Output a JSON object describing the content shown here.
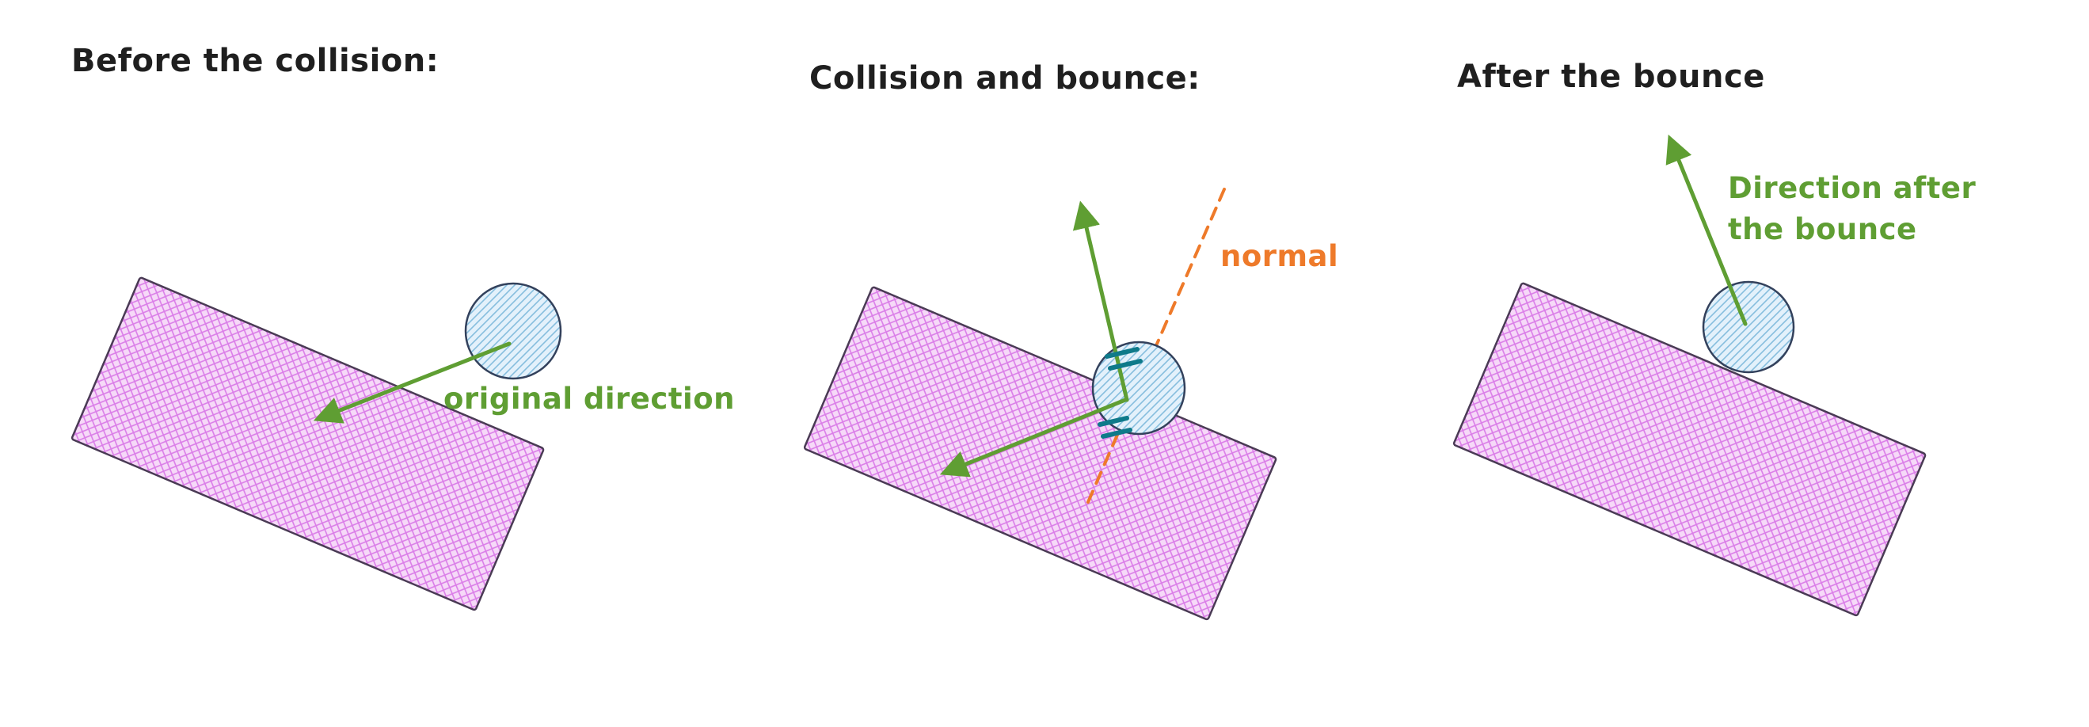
{
  "diagram": {
    "description": "Ball bouncing off an angled surface, three stages",
    "panels": [
      {
        "title": "Before the collision:",
        "arrow_label": "original direction"
      },
      {
        "title": "Collision and bounce:",
        "normal_label": "normal"
      },
      {
        "title": "After the bounce",
        "arrow_label_line1": "Direction after",
        "arrow_label_line2": "the bounce"
      }
    ]
  },
  "colors": {
    "ink": "#1f1f1f",
    "green": "#5f9e33",
    "orange": "#ee7a2a",
    "teal": "#0e7a8a",
    "pink_fill": "#f6d9f8",
    "pink_hatch": "#da7de8",
    "pink_stroke": "#4a3b55",
    "blue_fill": "#e3f1fb",
    "blue_hatch": "#86bede",
    "blue_stroke": "#33415c"
  }
}
